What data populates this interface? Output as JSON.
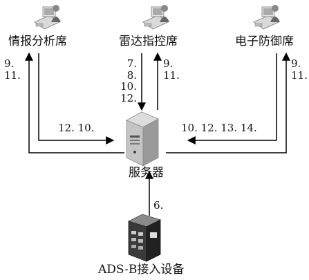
{
  "nodes": {
    "intel": {
      "label": "情报分析席",
      "icon": "workstation-icon"
    },
    "radar": {
      "label": "雷达指控席",
      "icon": "workstation-icon"
    },
    "ew": {
      "label": "电子防御席",
      "icon": "workstation-icon"
    },
    "server": {
      "label": "服务器",
      "icon": "server-icon"
    },
    "adsb": {
      "label": "ADS-B接入设备",
      "icon": "device-rack-icon"
    }
  },
  "messages": {
    "intel_up": [
      "9.",
      "11."
    ],
    "intel_down": "12. 10.",
    "radar_down": [
      "7.",
      "8.",
      "10.",
      "12."
    ],
    "radar_up": [
      "9.",
      "11."
    ],
    "ew_up": [
      "9.",
      "11."
    ],
    "ew_down": "10. 12. 13. 14.",
    "adsb_up": "6."
  }
}
